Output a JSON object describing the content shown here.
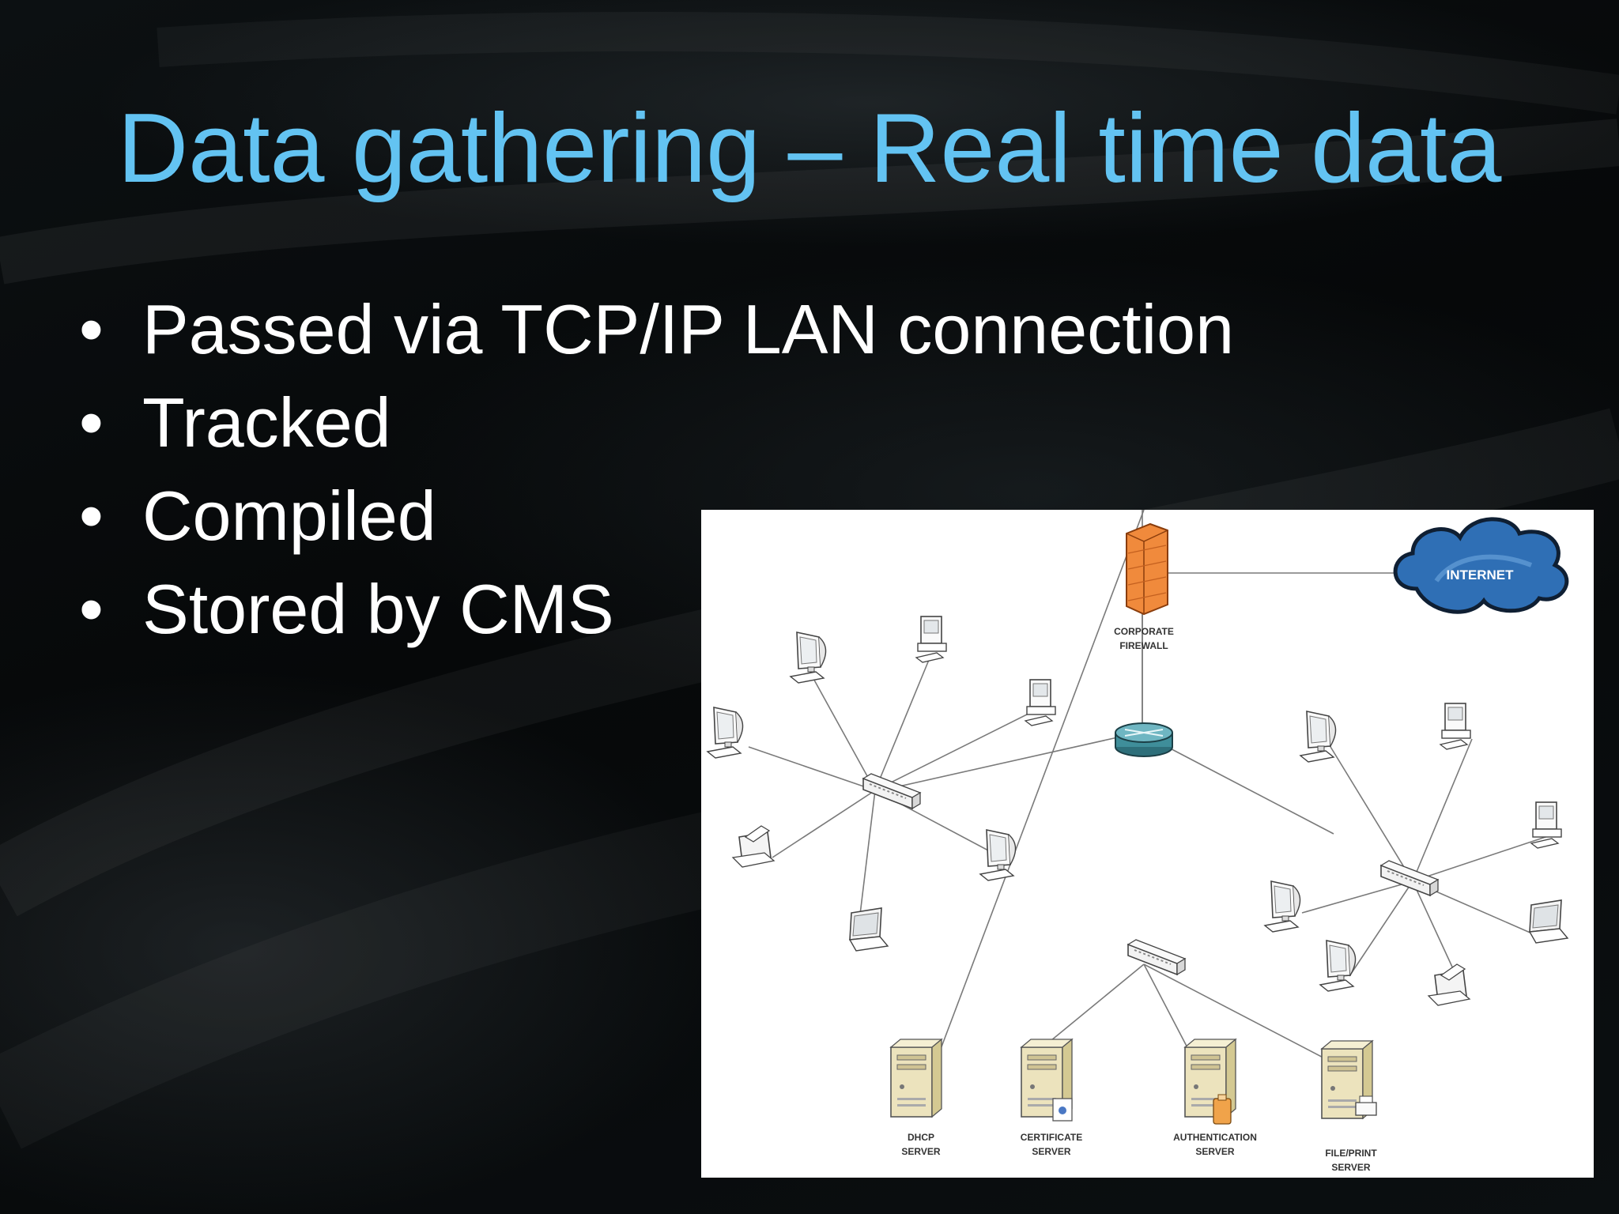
{
  "slide": {
    "title": "Data gathering – Real time data",
    "bullets": [
      {
        "bullet": "•",
        "text": "Passed via TCP/IP LAN connection"
      },
      {
        "bullet": "•",
        "text": "Tracked"
      },
      {
        "bullet": "•",
        "text": "Compiled"
      },
      {
        "bullet": "•",
        "text": "Stored by CMS"
      }
    ]
  },
  "colors": {
    "title": "#63c3f2",
    "text": "#ffffff",
    "firewall": "#f08a3c",
    "cloud": "#2f6fb5",
    "router": "#3f8e9a",
    "server": "#e9dfb6"
  },
  "diagram": {
    "internet": {
      "label": "INTERNET",
      "icon": "cloud-icon"
    },
    "firewall": {
      "label_1": "CORPORATE",
      "label_2": "FIREWALL",
      "icon": "firewall-icon"
    },
    "router": {
      "icon": "router-icon"
    },
    "switches": [
      "switch-icon",
      "switch-icon",
      "switch-icon"
    ],
    "servers": [
      {
        "label_1": "DHCP",
        "label_2": "SERVER"
      },
      {
        "label_1": "CERTIFICATE",
        "label_2": "SERVER"
      },
      {
        "label_1": "AUTHENTICATION",
        "label_2": "SERVER"
      },
      {
        "label_1": "FILE/PRINT",
        "label_2": "SERVER"
      }
    ]
  }
}
